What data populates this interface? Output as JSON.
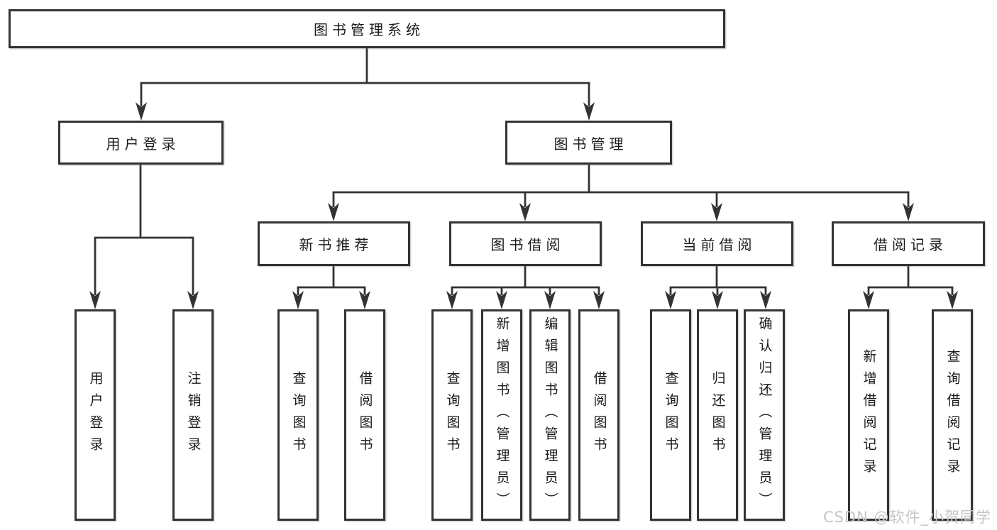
{
  "tree": {
    "root": "图书管理系统",
    "login_branch": {
      "label": "用户登录",
      "leaves": [
        "用户登录",
        "注销登录"
      ]
    },
    "mgmt_branch": {
      "label": "图书管理",
      "sections": [
        {
          "label": "新书推荐",
          "leaves": [
            "查询图书",
            "借阅图书"
          ]
        },
        {
          "label": "图书借阅",
          "leaves": [
            "查询图书",
            "新增图书（管理员）",
            "编辑图书（管理员）",
            "借阅图书"
          ]
        },
        {
          "label": "当前借阅",
          "leaves": [
            "查询图书",
            "归还图书",
            "确认归还（管理员）"
          ]
        },
        {
          "label": "借阅记录",
          "leaves": [
            "新增借阅记录",
            "查询借阅记录"
          ]
        }
      ]
    }
  },
  "watermark": {
    "text": "CSDN @软件_小贺同学"
  },
  "colors": {
    "line": "#333333",
    "text": "#1a1a1a",
    "watermark": "#c6c6c6",
    "background": "#ffffff"
  }
}
